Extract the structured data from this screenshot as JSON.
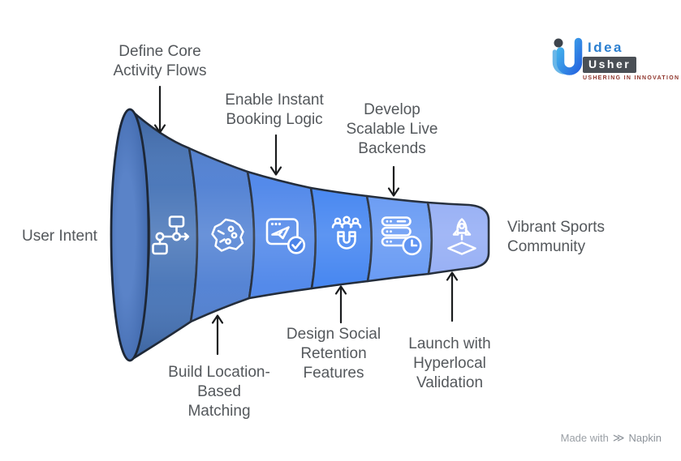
{
  "diagram": {
    "input_label": "User Intent",
    "output_label_lines": [
      "Vibrant Sports",
      "Community"
    ]
  },
  "stages": [
    {
      "id": "define-core-activity-flows",
      "side": "top",
      "icon": "flowchart-icon",
      "color": "#4472b6",
      "lines": [
        "Define Core",
        "Activity Flows"
      ]
    },
    {
      "id": "build-location-based-matching",
      "side": "bottom",
      "icon": "ai-brain-icon",
      "color": "#4d7ed2",
      "lines": [
        "Build Location-",
        "Based",
        "Matching"
      ]
    },
    {
      "id": "enable-instant-booking-logic",
      "side": "top",
      "icon": "instant-booking-icon",
      "color": "#4b84e9",
      "lines": [
        "Enable Instant",
        "Booking Logic"
      ]
    },
    {
      "id": "design-social-retention-features",
      "side": "bottom",
      "icon": "magnet-people-icon",
      "color": "#3e81f0",
      "lines": [
        "Design Social",
        "Retention",
        "Features"
      ]
    },
    {
      "id": "develop-scalable-live-backends",
      "side": "top",
      "icon": "server-clock-icon",
      "color": "#6095f3",
      "lines": [
        "Develop",
        "Scalable Live",
        "Backends"
      ]
    },
    {
      "id": "launch-with-hyperlocal-validation",
      "side": "bottom",
      "icon": "rocket-launch-icon",
      "color": "#90aaf4",
      "lines": [
        "Launch with",
        "Hyperlocal",
        "Validation"
      ]
    }
  ],
  "colors": {
    "mouth_center": "#5a83c8",
    "mouth_edge": "#3c64a7",
    "outline": "#1d2736",
    "label_text": "#54585c",
    "arrow": "#1a1c1e",
    "icon_stroke": "#ffffff"
  },
  "branding": {
    "logo_word_top": "Idea",
    "logo_word_bottom": "Usher",
    "tagline": "USHERING IN INNOVATION"
  },
  "credit": {
    "prefix": "Made with",
    "brand": "Napkin"
  }
}
